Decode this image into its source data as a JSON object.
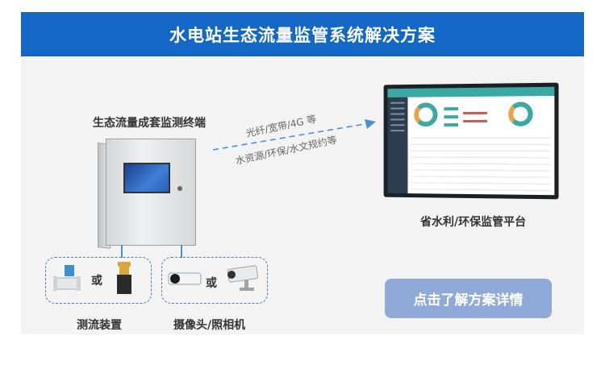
{
  "header": {
    "title": "水电站生态流量监管系统解决方案"
  },
  "terminal": {
    "label": "生态流量成套监测终端"
  },
  "link": {
    "upper": "光纤/宽带/4G 等",
    "lower": "水资源/环保/水文规约等"
  },
  "platform": {
    "label": "省水利/环保监管平台"
  },
  "flow_device": {
    "label": "测流装置",
    "or": "或"
  },
  "camera": {
    "label": "摄像头/照相机",
    "or": "或"
  },
  "cta": {
    "label": "点击了解方案详情"
  },
  "colors": {
    "header": "#1268c4",
    "cta": "#8fa9d8",
    "dashed": "#4a7fb5",
    "arrow": "#4a8ed8"
  }
}
